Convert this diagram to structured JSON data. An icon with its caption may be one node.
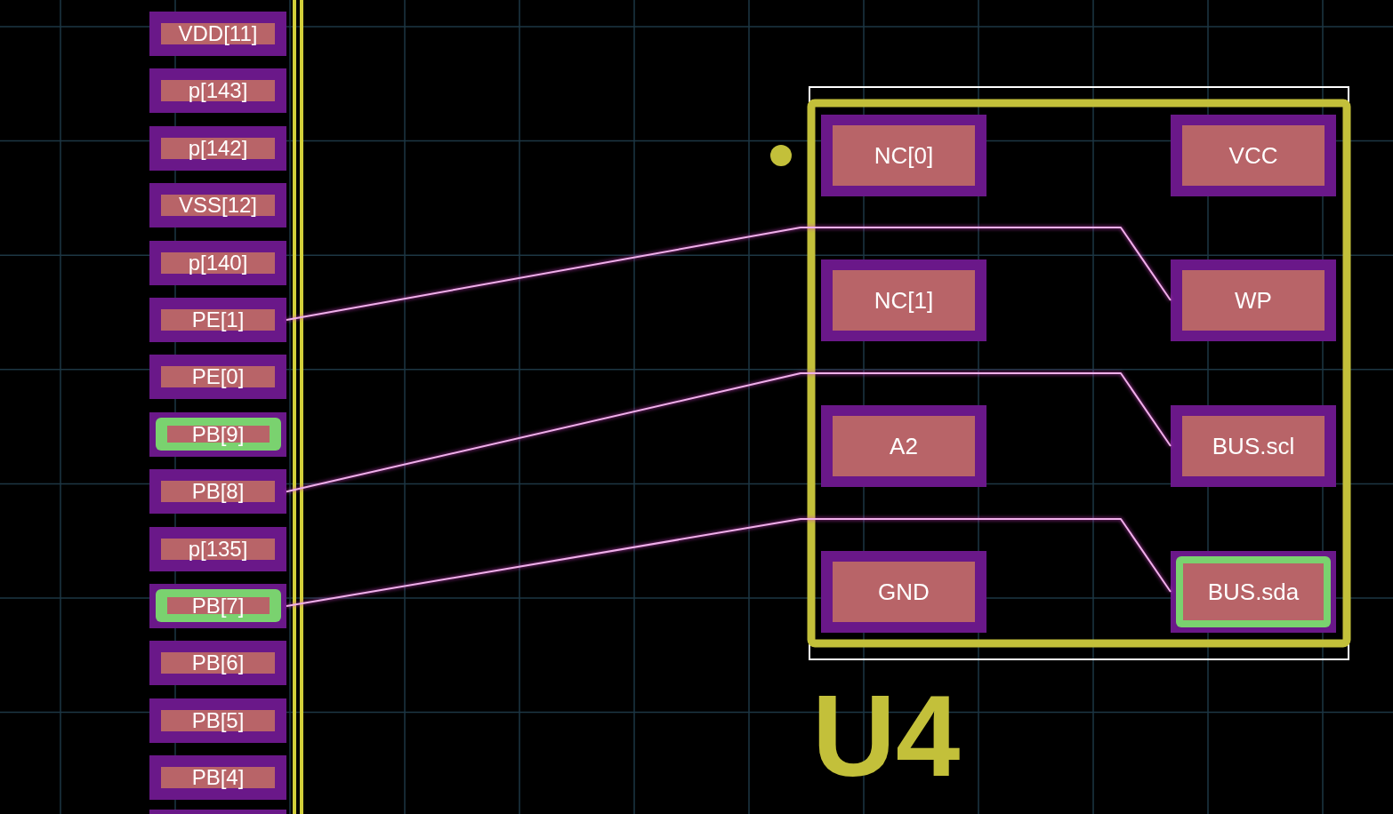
{
  "diagram": {
    "nodes": [
      {
        "text": [
          "VDD[11]"
        ]
      },
      {
        "text": [
          "p[143]"
        ]
      },
      {
        "text": [
          "p[142]"
        ]
      },
      {
        "text": [
          "VSS[12]"
        ]
      },
      {
        "text": [
          "p[140]"
        ]
      },
      {
        "text": [
          "PE[1]"
        ]
      },
      {
        "text": [
          "PE[0]"
        ]
      },
      {
        "text": [
          "PB[9]"
        ]
      },
      {
        "text": [
          "PB[8]"
        ]
      },
      {
        "text": [
          "p[135]"
        ]
      },
      {
        "text": [
          "PB[7]"
        ]
      },
      {
        "text": [
          "PB[6]"
        ]
      },
      {
        "text": [
          "PB[5]"
        ]
      },
      {
        "text": [
          "PB[4]"
        ]
      },
      {
        "text": [],
        "shape": "box"
      },
      {
        "text": [
          "U4"
        ]
      },
      {
        "text": [
          "NC[0]"
        ],
        "in": 15
      },
      {
        "text": [
          "VCC"
        ],
        "in": 15
      },
      {
        "text": [
          "NC[1]"
        ],
        "in": 15
      },
      {
        "text": [
          "WP"
        ],
        "in": 15
      },
      {
        "text": [
          "A2"
        ],
        "in": 15
      },
      {
        "text": [
          "BUS.scl"
        ],
        "in": 15
      },
      {
        "text": [
          "GND"
        ],
        "in": 15
      },
      {
        "text": [
          "BUS.sda"
        ],
        "in": 15
      }
    ],
    "edges": [
      {
        "from": 5,
        "to": 19,
        "arrow": "none"
      },
      {
        "from": 8,
        "to": 21,
        "arrow": "none"
      },
      {
        "from": 10,
        "to": 23,
        "arrow": "none"
      }
    ]
  }
}
